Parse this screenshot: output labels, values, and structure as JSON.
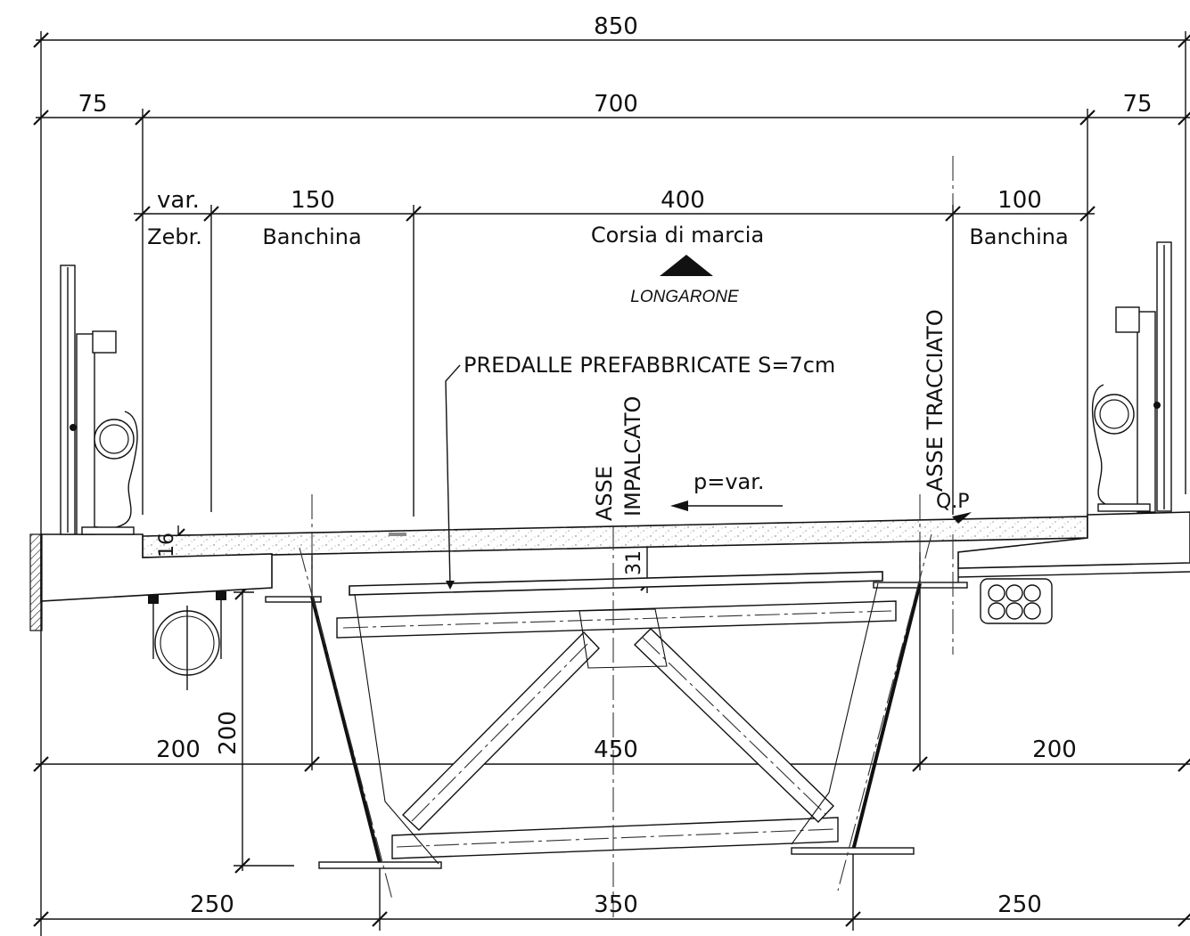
{
  "dimensions": {
    "total": "850",
    "left_curb": "75",
    "carriageway": "700",
    "right_curb": "75",
    "zebra_width": "var.",
    "left_shoulder": "150",
    "lane": "400",
    "right_shoulder": "100",
    "slab_edge_thickness": "16",
    "slab_axis_thickness": "31",
    "beam_height": "200",
    "left_cantilever_bottom": "200",
    "beam_spacing": "450",
    "right_cantilever_bottom": "200",
    "left_overhang_base": "250",
    "beam_base_spacing": "350",
    "right_overhang_base": "250"
  },
  "labels": {
    "zebra": "Zebr.",
    "left_shoulder": "Banchina",
    "lane": "Corsia di marcia",
    "right_shoulder": "Banchina",
    "girder_marker": "LONGARONE",
    "predalle_note": "PREDALLE PREFABBRICATE S=7cm",
    "deck_axis_1": "ASSE",
    "deck_axis_2": "IMPALCATO",
    "alignment_axis": "ASSE TRACCIATO",
    "slope": "p=var.",
    "pivot_point": "Q.P"
  }
}
